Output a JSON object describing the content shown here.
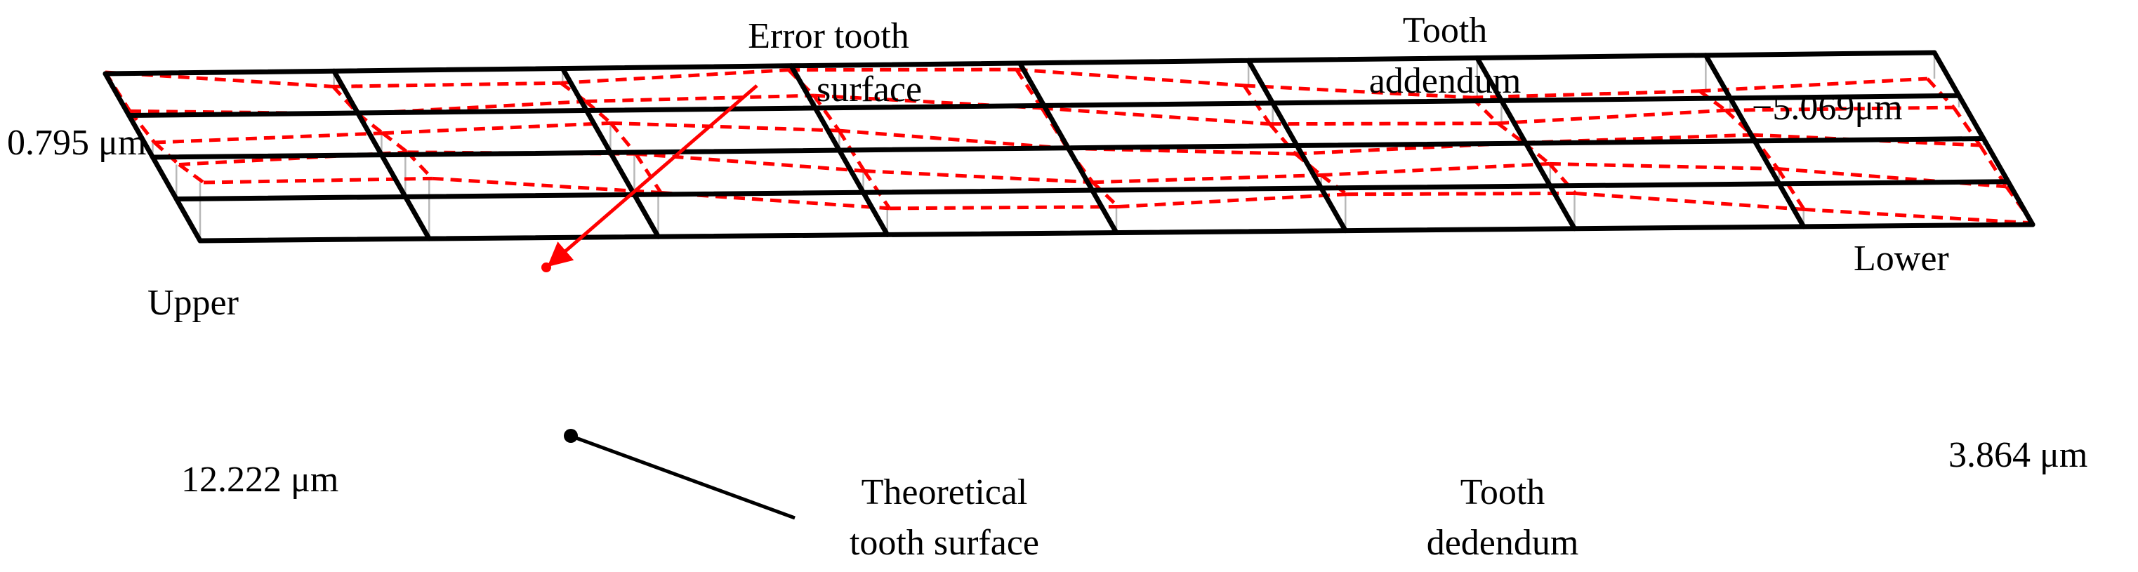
{
  "labels": {
    "error_surface_line1": "Error tooth",
    "error_surface_line2": "surface",
    "addendum_line1": "Tooth",
    "addendum_line2": "addendum",
    "upper": "Upper",
    "lower": "Lower",
    "theoretical_line1": "Theoretical",
    "theoretical_line2": "tooth surface",
    "dedendum_line1": "Tooth",
    "dedendum_line2": "dedendum"
  },
  "corner_values": {
    "top_left": "0.795 μm",
    "top_right": "−5.069μm",
    "bottom_left": "12.222 μm",
    "bottom_right": "3.864 μm"
  },
  "colors": {
    "grid": "#000000",
    "error_surface": "#ff0000",
    "drop_lines": "#b8b8b8",
    "annotation_error": "#ff0000",
    "annotation_theoretical": "#000000"
  },
  "grid": {
    "columns": 8,
    "rows": 4
  }
}
